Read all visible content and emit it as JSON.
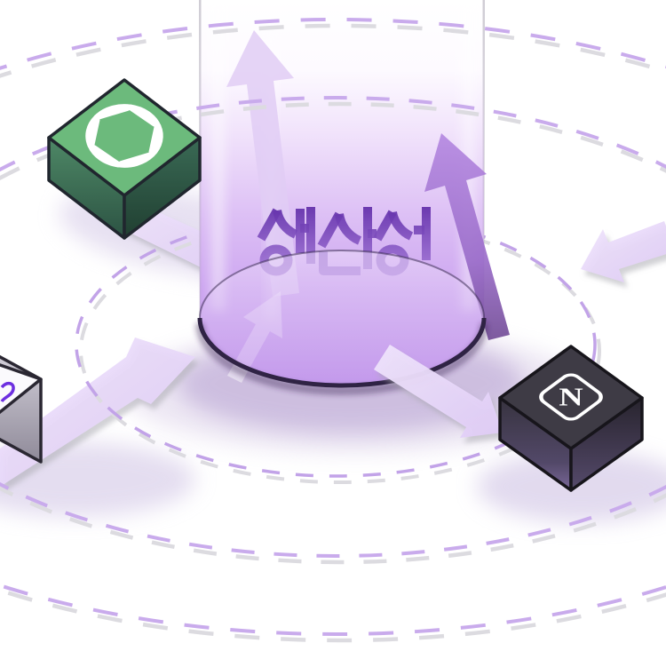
{
  "scene": {
    "label": "생산성",
    "notion_letter": "N",
    "icons": {
      "openai": "openai-logo-icon",
      "notion": "notion-n-icon",
      "partial": "partial-purple-logo-glyph"
    },
    "colors": {
      "background": "#ffffff",
      "cylinder_glow": "#c197ec",
      "label_purple": "#5e2aa8",
      "orbit_dash": "#c9abec",
      "orbit_dash_shadow": "#dcdbe0",
      "chatgpt_cube_green": "#6cba7c",
      "notion_cube_dark": "#3e3b45",
      "inflow_arrow_lavender": "#e7d9f8",
      "rise_arrow_light": "#ddc8f4",
      "rise_arrow_deep": "#7b52a0"
    },
    "orbit_count": 3,
    "cube_count": 3,
    "rise_arrow_count": 3
  }
}
